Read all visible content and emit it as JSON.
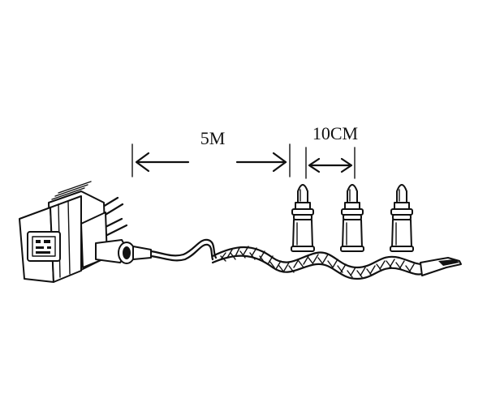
{
  "diagram": {
    "length_label": "5M",
    "spacing_label": "10CM",
    "bulb_count": 3
  },
  "colors": {
    "ink": "#111111",
    "background": "#ffffff"
  }
}
